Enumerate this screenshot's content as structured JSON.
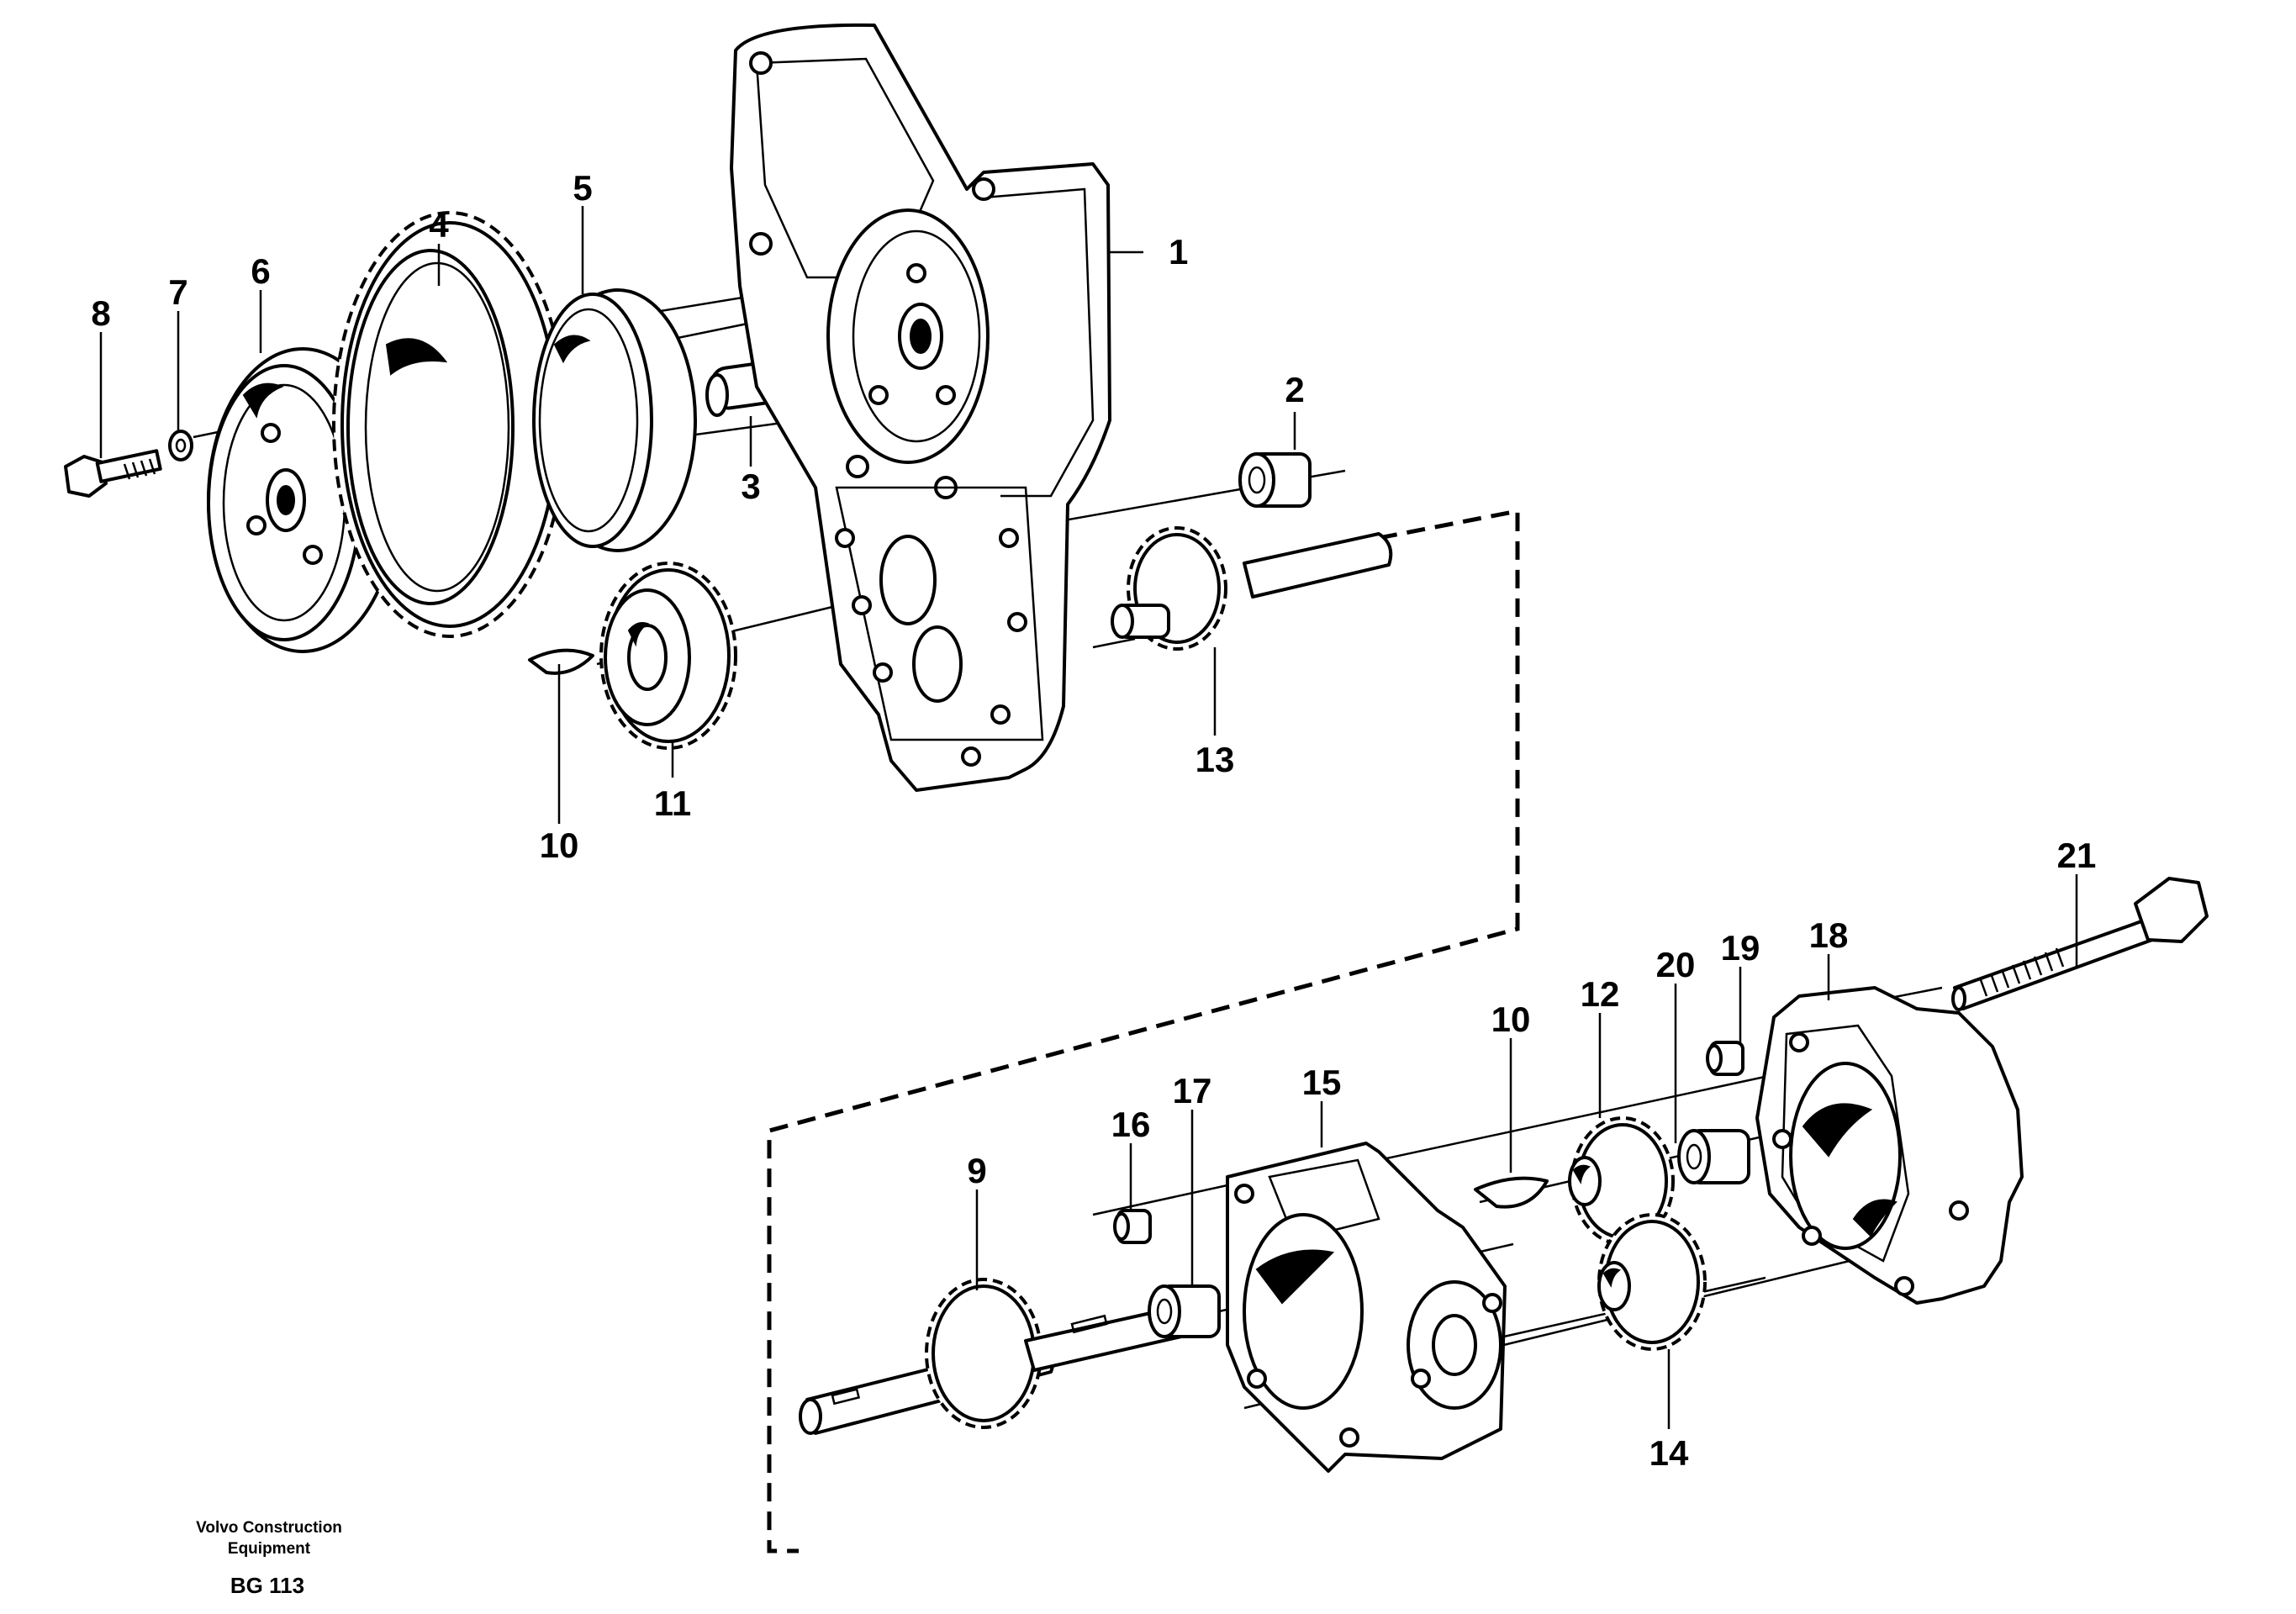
{
  "callouts": {
    "c1": "1",
    "c2": "2",
    "c3": "3",
    "c4": "4",
    "c5": "5",
    "c6": "6",
    "c7": "7",
    "c8": "8",
    "c9": "9",
    "c10a": "10",
    "c10b": "10",
    "c11": "11",
    "c12": "12",
    "c13": "13",
    "c14": "14",
    "c15": "15",
    "c16": "16",
    "c17": "17",
    "c18": "18",
    "c19": "19",
    "c20": "20",
    "c21": "21"
  },
  "footer": {
    "company_line1": "Volvo Construction",
    "company_line2": "Equipment",
    "code": "BG 113"
  }
}
